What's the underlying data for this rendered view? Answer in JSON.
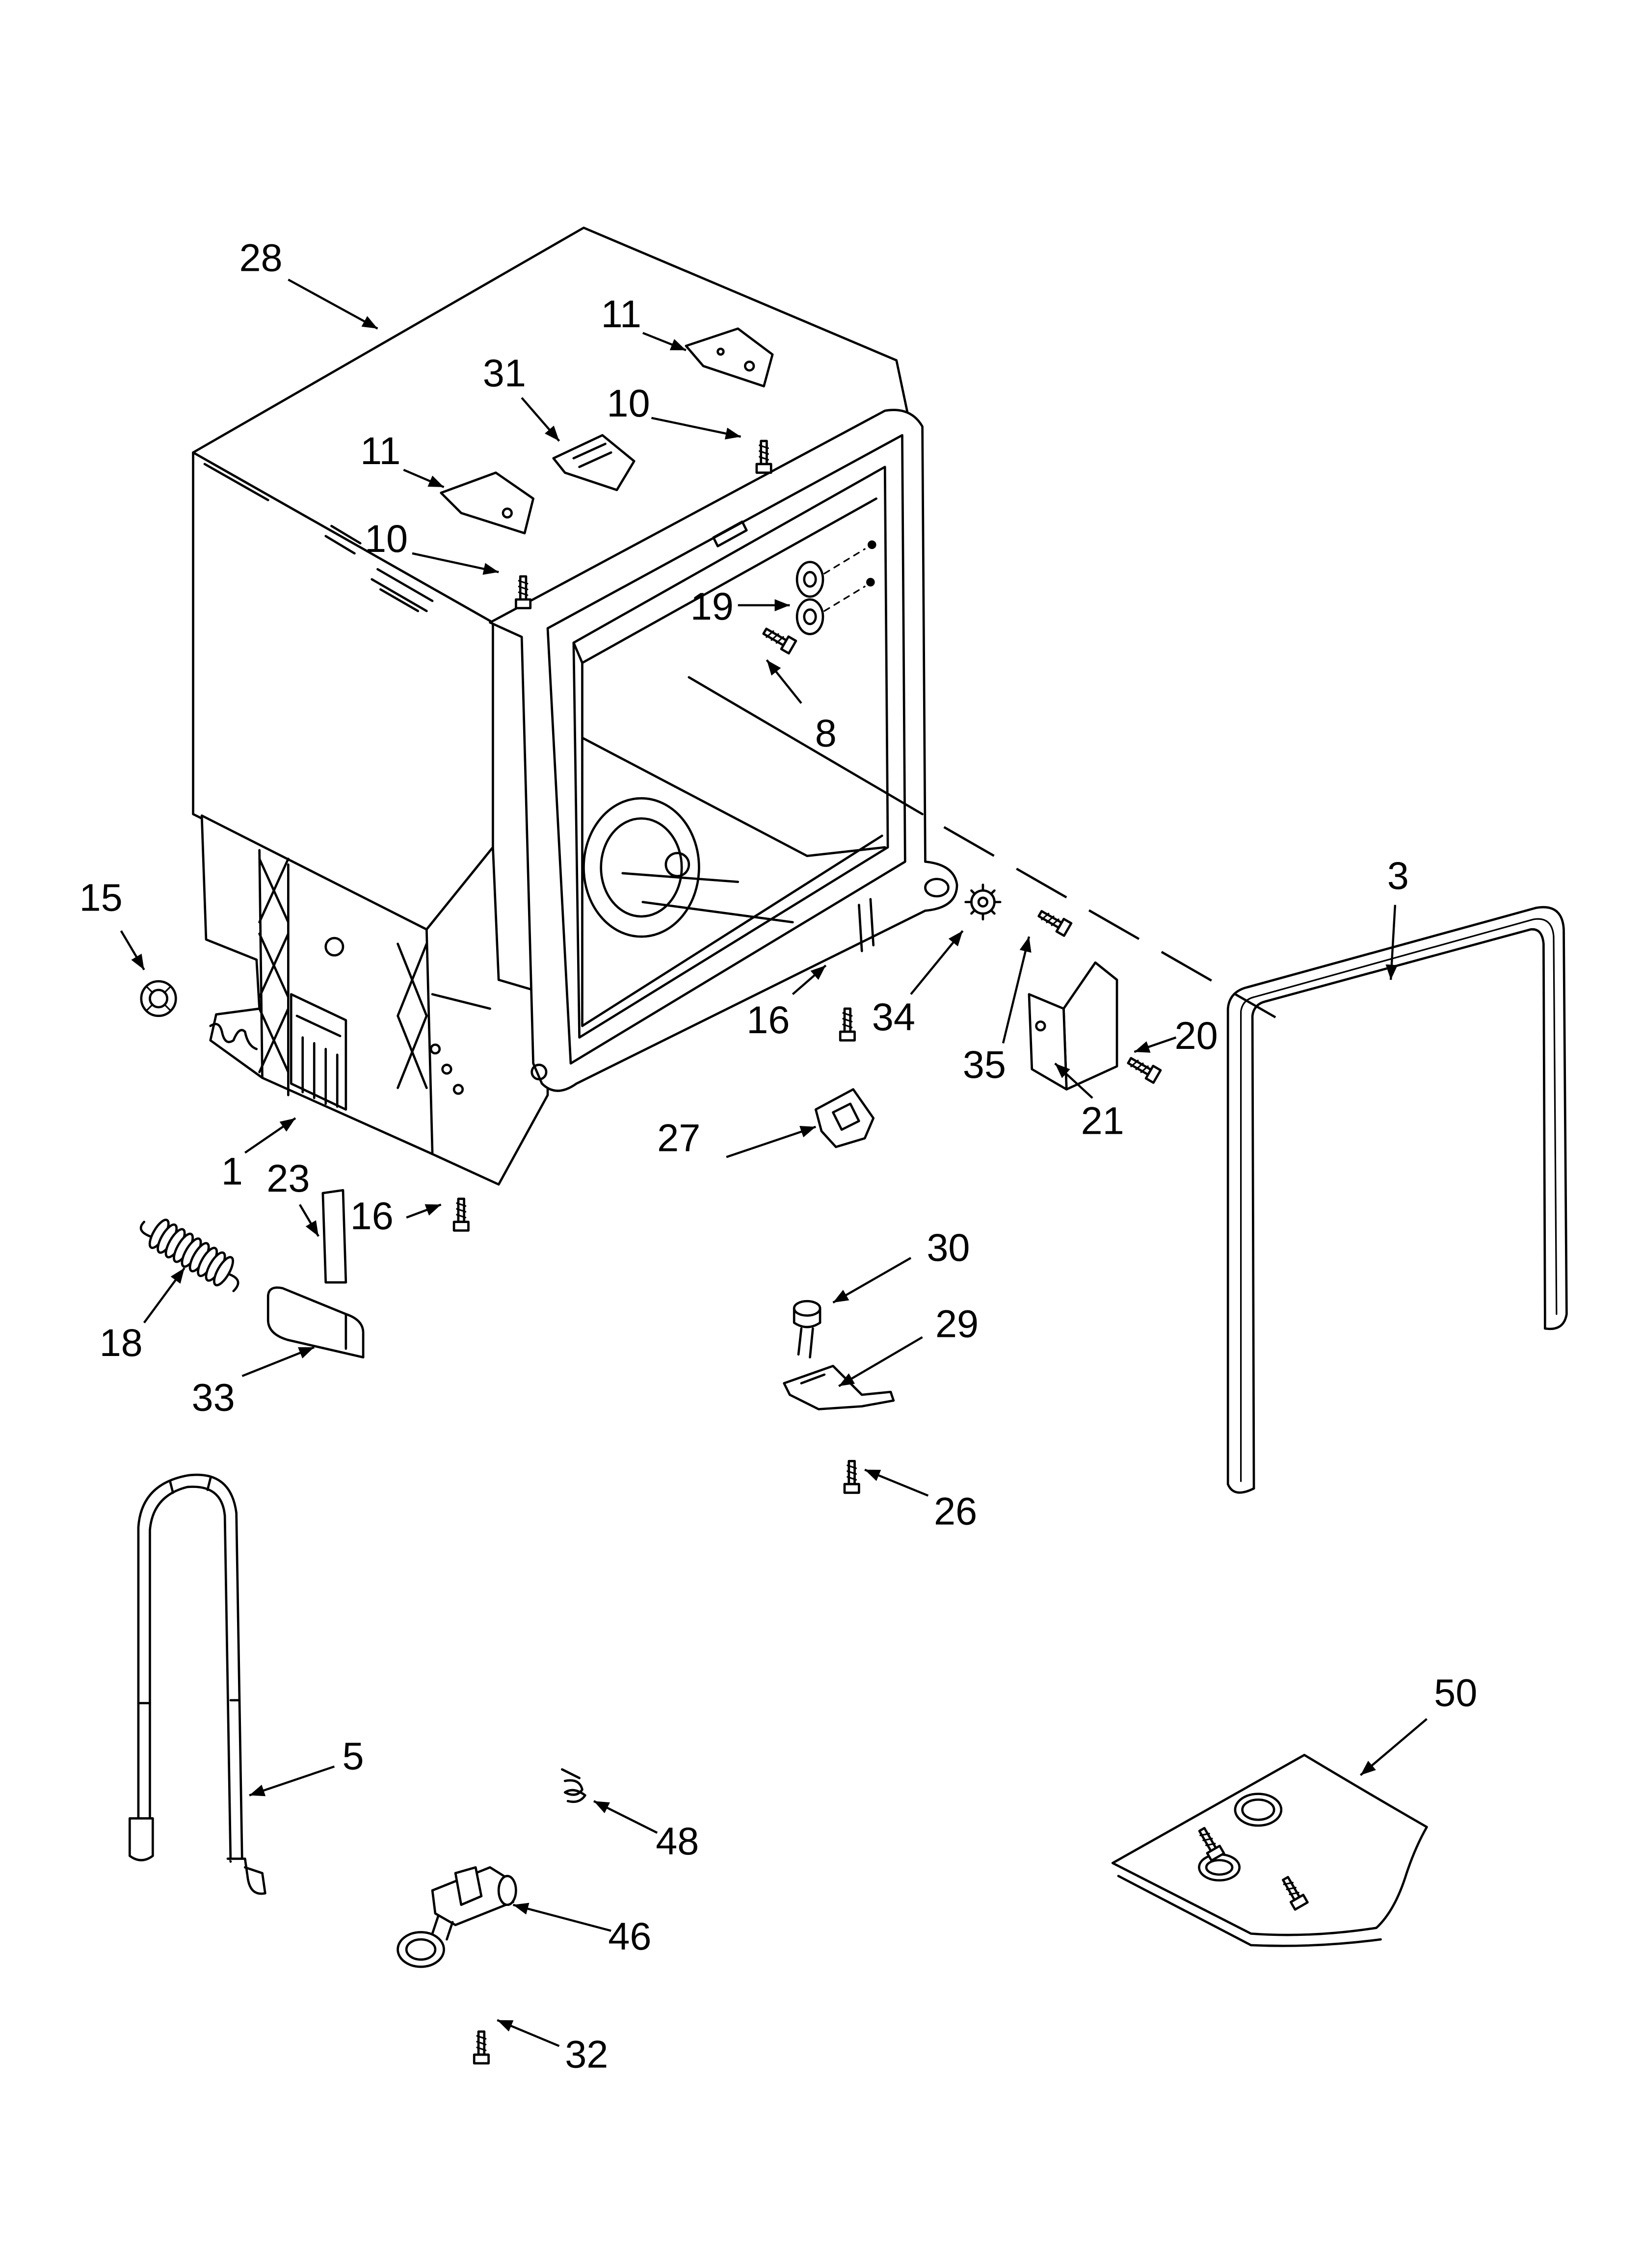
{
  "diagram": {
    "callouts": [
      "28",
      "11",
      "31",
      "10",
      "11",
      "10",
      "19",
      "8",
      "3",
      "15",
      "16",
      "34",
      "20",
      "35",
      "21",
      "27",
      "1",
      "23",
      "16",
      "18",
      "33",
      "30",
      "29",
      "26",
      "5",
      "50",
      "48",
      "46",
      "32"
    ]
  },
  "colors": {
    "line": "#000000",
    "background": "#ffffff"
  }
}
